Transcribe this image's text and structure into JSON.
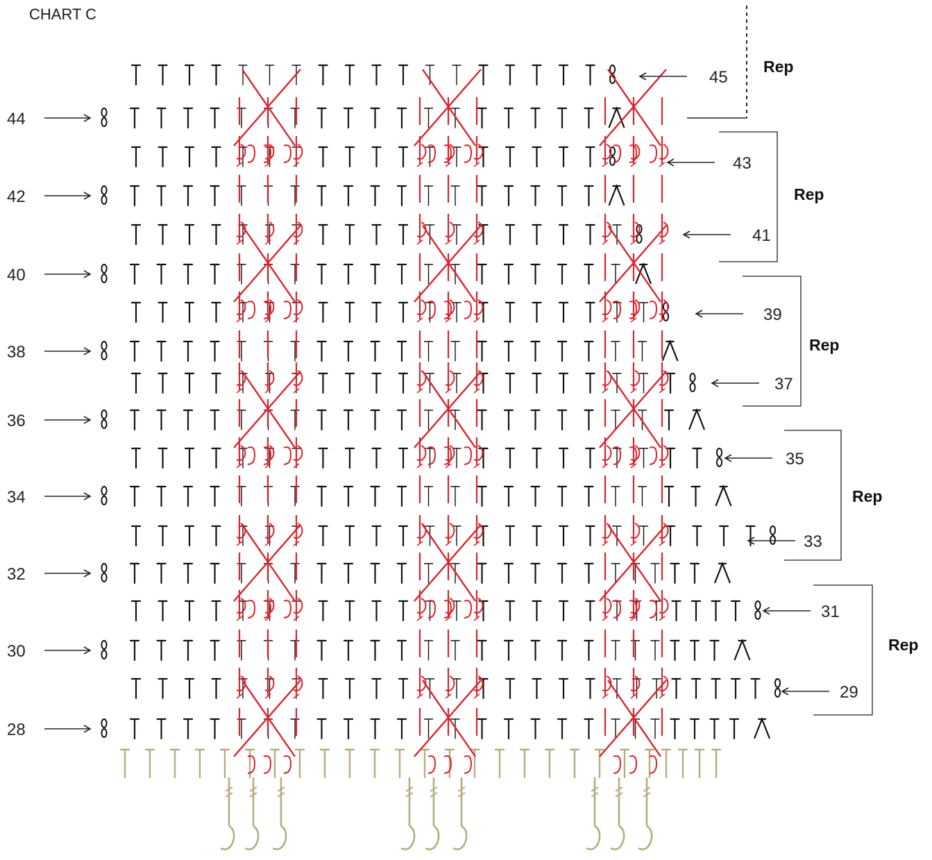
{
  "title": "CHART C",
  "colors": {
    "main": "#111111",
    "cable": "#d9232d",
    "foundation": "#b5ad7f",
    "label": "#222222"
  },
  "left_row_labels": [
    "44",
    "42",
    "40",
    "38",
    "36",
    "34",
    "32",
    "30",
    "28"
  ],
  "right_row_labels": [
    "45",
    "43",
    "41",
    "39",
    "37",
    "35",
    "33",
    "31",
    "29"
  ],
  "rep_label": "Rep",
  "rows": {
    "odd_stitch_counts": [
      18,
      18,
      19,
      20,
      21,
      22,
      24,
      25,
      26
    ],
    "even_stitch_counts": [
      18,
      18,
      19,
      20,
      21,
      22,
      23,
      24,
      25
    ],
    "foundation_stitch_count": 26
  },
  "cable_panels": [
    "left-panel",
    "middle-panel",
    "right-panel"
  ],
  "legend": {
    "T": "stitch-symbol",
    "8": "chain-symbol",
    "Λ": "decrease-symbol"
  }
}
